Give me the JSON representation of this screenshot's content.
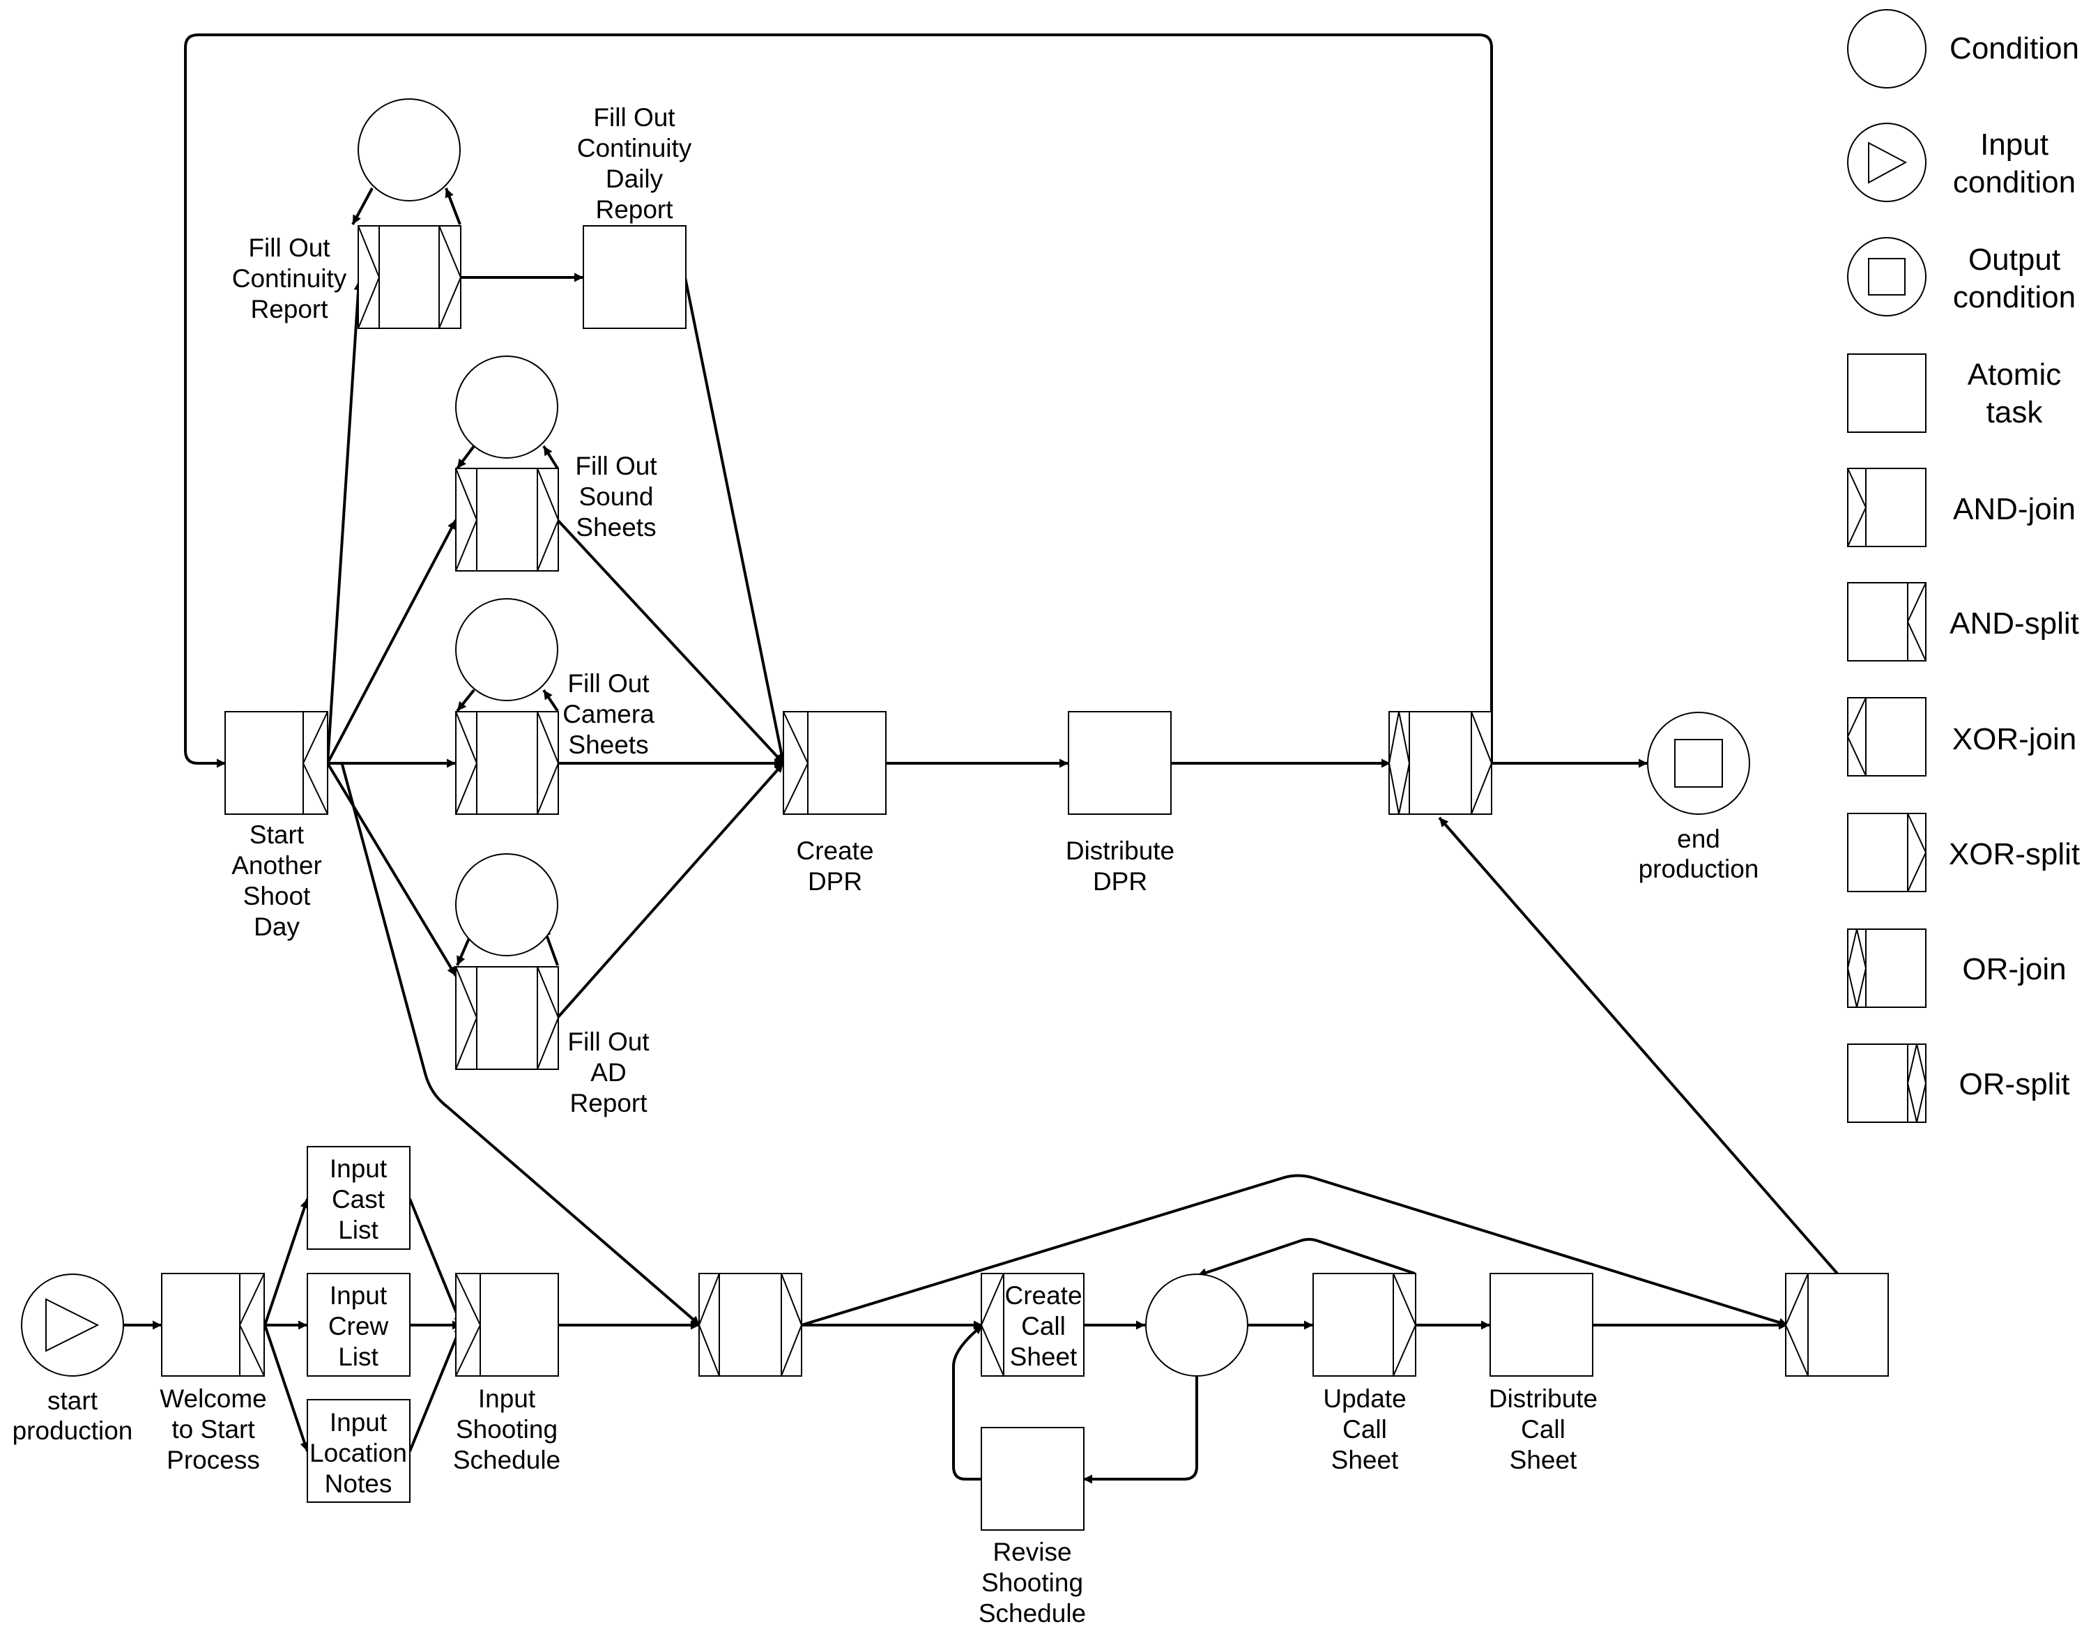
{
  "legend": {
    "condition": "Condition",
    "input_condition": [
      "Input",
      "condition"
    ],
    "output_condition": [
      "Output",
      "condition"
    ],
    "atomic_task": [
      "Atomic",
      "task"
    ],
    "and_join": "AND-join",
    "and_split": "AND-split",
    "xor_join": "XOR-join",
    "xor_split": "XOR-split",
    "or_join": "OR-join",
    "or_split": "OR-split"
  },
  "nodes": {
    "start_production": [
      "start",
      "production"
    ],
    "welcome": [
      "Welcome",
      "to Start",
      "Process"
    ],
    "input_cast_list": [
      "Input",
      "Cast",
      "List"
    ],
    "input_crew_list": [
      "Input",
      "Crew",
      "List"
    ],
    "input_location_notes": [
      "Input",
      "Location",
      "Notes"
    ],
    "input_shooting_schedule": [
      "Input",
      "Shooting",
      "Schedule"
    ],
    "create_call_sheet": [
      "Create",
      "Call",
      "Sheet"
    ],
    "revise_shooting_schedule": [
      "Revise",
      "Shooting",
      "Schedule"
    ],
    "update_call_sheet": [
      "Update",
      "Call",
      "Sheet"
    ],
    "distribute_call_sheet": [
      "Distribute",
      "Call",
      "Sheet"
    ],
    "start_another_shoot_day": [
      "Start",
      "Another",
      "Shoot",
      "Day"
    ],
    "fill_out_continuity_report": [
      "Fill Out",
      "Continuity",
      "Report"
    ],
    "fill_out_continuity_daily_report": [
      "Fill Out",
      "Continuity",
      "Daily",
      "Report"
    ],
    "fill_out_sound_sheets": [
      "Fill Out",
      "Sound",
      "Sheets"
    ],
    "fill_out_camera_sheets": [
      "Fill Out",
      "Camera",
      "Sheets"
    ],
    "fill_out_ad_report": [
      "Fill Out",
      "AD",
      "Report"
    ],
    "create_dpr": [
      "Create",
      "DPR"
    ],
    "distribute_dpr": [
      "Distribute",
      "DPR"
    ],
    "end_production": [
      "end",
      "production"
    ]
  }
}
